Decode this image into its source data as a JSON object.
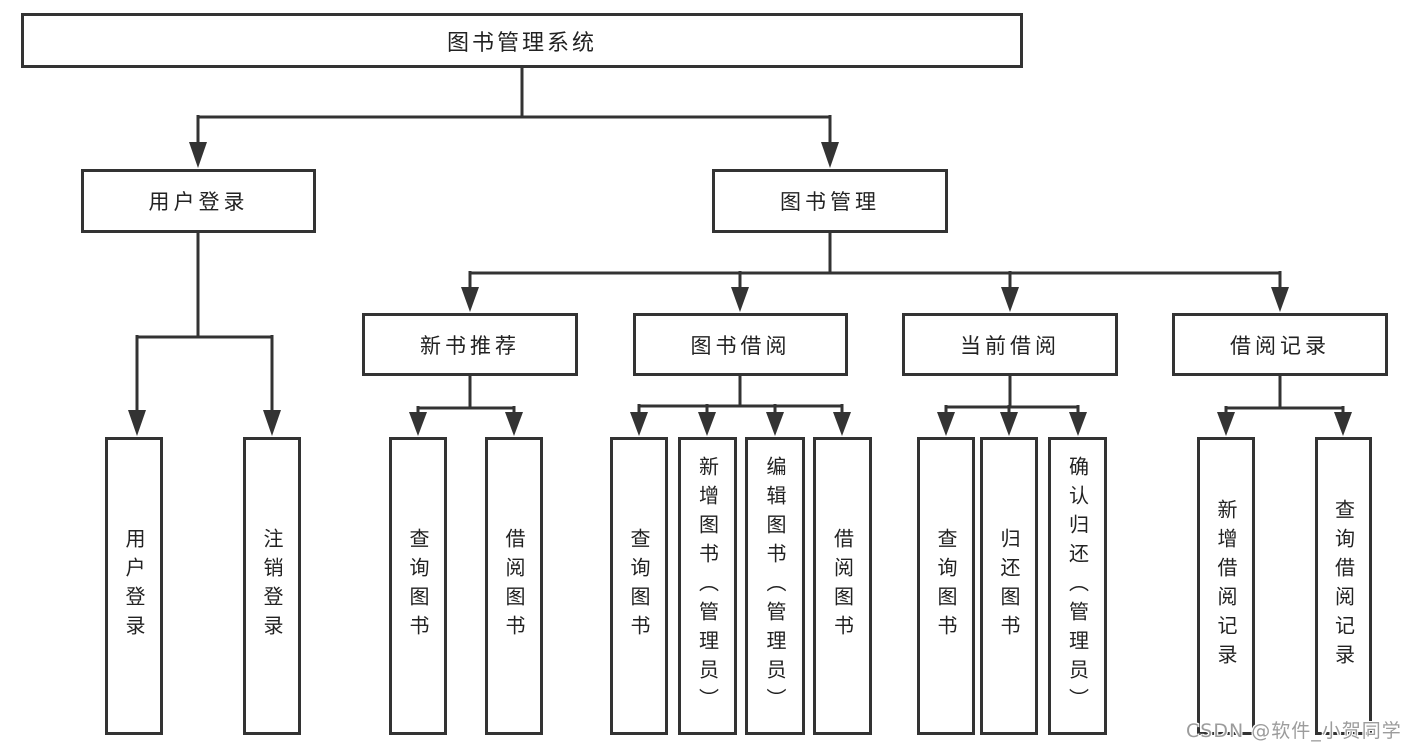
{
  "colors": {
    "line": "#333333",
    "box_border": "#333333",
    "text": "#222222",
    "background": "#ffffff",
    "watermark": "#9c9c9c"
  },
  "watermark": "CSDN @软件_小贺同学",
  "tree": {
    "label": "图书管理系统",
    "children": [
      {
        "label": "用户登录",
        "children": [
          {
            "label": "用户登录"
          },
          {
            "label": "注销登录"
          }
        ]
      },
      {
        "label": "图书管理",
        "children": [
          {
            "label": "新书推荐",
            "children": [
              {
                "label": "查询图书"
              },
              {
                "label": "借阅图书"
              }
            ]
          },
          {
            "label": "图书借阅",
            "children": [
              {
                "label": "查询图书"
              },
              {
                "label": "新增图书（管理员）"
              },
              {
                "label": "编辑图书（管理员）"
              },
              {
                "label": "借阅图书"
              }
            ]
          },
          {
            "label": "当前借阅",
            "children": [
              {
                "label": "查询图书"
              },
              {
                "label": "归还图书"
              },
              {
                "label": "确认归还（管理员）"
              }
            ]
          },
          {
            "label": "借阅记录",
            "children": [
              {
                "label": "新增借阅记录"
              },
              {
                "label": "查询借阅记录"
              }
            ]
          }
        ]
      }
    ]
  }
}
